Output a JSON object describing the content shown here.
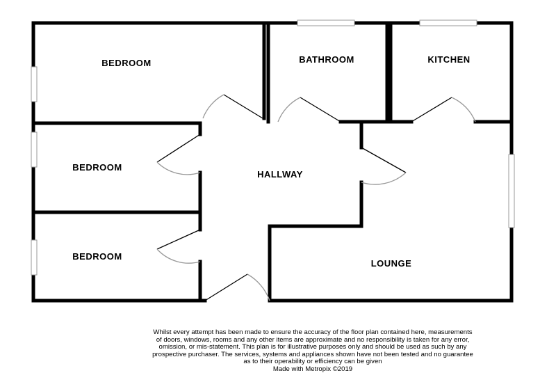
{
  "rooms": {
    "bedroom_1": "BEDROOM",
    "bedroom_2": "BEDROOM",
    "bedroom_3": "BEDROOM",
    "bathroom": "BATHROOM",
    "kitchen": "KITCHEN",
    "hallway": "HALLWAY",
    "lounge": "LOUNGE"
  },
  "disclaimer": {
    "line1": "Whilst every attempt has been made to ensure the accuracy of the floor plan contained here, measurements",
    "line2": "of doors, windows, rooms and any other items are approximate and no responsibility is taken for any error,",
    "line3": "omission, or mis-statement. This plan is for illustrative purposes only and should be used as such by any",
    "line4": "prospective purchaser. The services, systems and appliances shown have not been tested and no guarantee",
    "line5": "as to their operability or efficiency can be given",
    "line6": "Made with Metropix ©2019"
  },
  "colors": {
    "wall": "#000000",
    "window": "#b5b5b5",
    "door_arc": "#999999",
    "background": "#ffffff"
  }
}
